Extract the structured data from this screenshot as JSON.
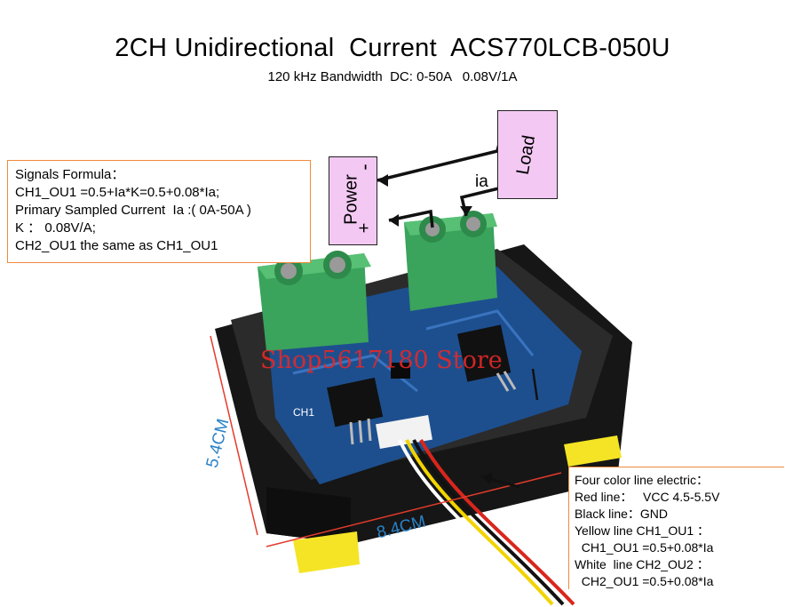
{
  "header": {
    "title": "2CH Unidirectional  Current  ACS770LCB-050U",
    "subtitle": "120 kHz Bandwidth  DC: 0-50A   0.08V/1A"
  },
  "formula": {
    "lines": [
      "Signals Formula：",
      "CH1_OU1 =0.5+Ia*K=0.5+0.08*Ia;",
      "Primary Sampled Current  Ia :( 0A-50A )",
      "K ： 0.08V/A;",
      "CH2_OU1 the same as CH1_OU1"
    ]
  },
  "labels": {
    "power": "Power",
    "plus": "+",
    "minus": "-",
    "load": "Load",
    "ia": "ia"
  },
  "board": {
    "watermark": "Shop5617180 Store",
    "ch1": "CH1",
    "width_dim": "8.4CM",
    "height_dim": "5.4CM"
  },
  "wires": {
    "lines": [
      "Four color line electric：",
      "Red line：   VCC 4.5-5.5V",
      "Black line：GND",
      "Yellow line CH1_OU1 ：",
      "  CH1_OU1 =0.5+0.08*Ia",
      "White  line CH2_OU2 ：",
      "  CH2_OU1 =0.5+0.08*Ia"
    ]
  },
  "colors": {
    "pcb": "#1d4f8f",
    "terminal": "#3aa35c",
    "enclosure": "#1c1c1c",
    "label_fill": "#f3c9f3",
    "dimension": "#2a82c7",
    "watermark": "#e62828",
    "callout_border": "#f08a3c"
  }
}
